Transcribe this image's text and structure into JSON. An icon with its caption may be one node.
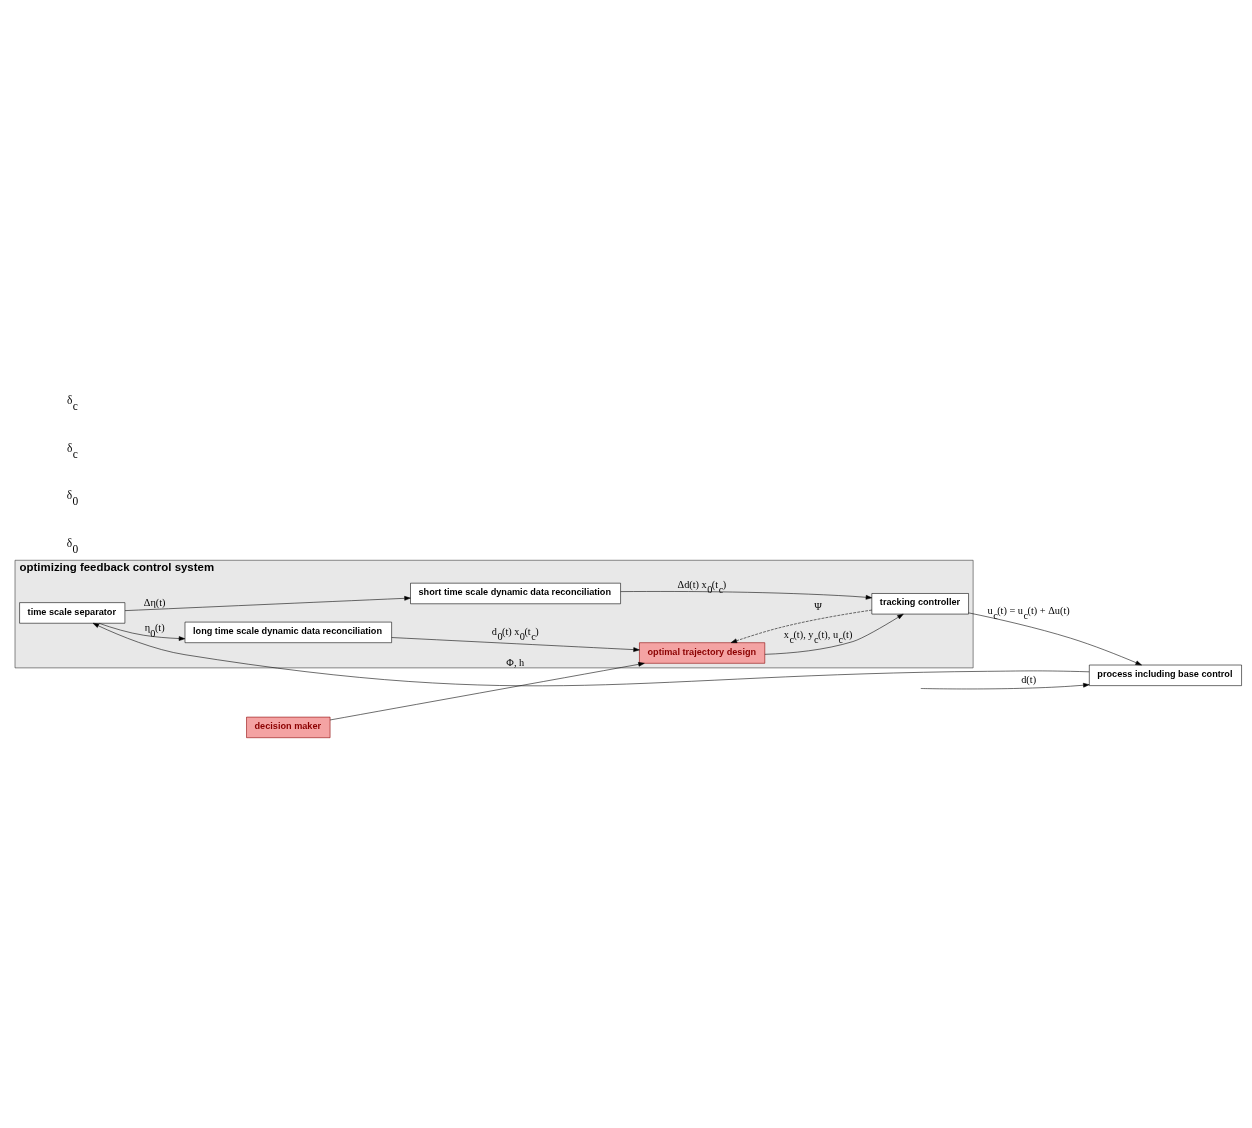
{
  "diagram": {
    "nodes": [
      {
        "text": [
          "optimizing feedback control system"
        ]
      },
      {
        "text": [
          "time scale separator"
        ],
        "in": 0
      },
      {
        "text": [
          "long time scale dynamic data reconciliation"
        ],
        "in": 0
      },
      {
        "text": [
          "short time scale dynamic data reconciliation"
        ],
        "in": 0
      },
      {
        "text": [
          "decision maker"
        ]
      },
      {
        "text": [
          "optimal trajectory design"
        ],
        "in": 0
      },
      {
        "text": [
          "tracking controller"
        ],
        "in": 0
      },
      {
        "text": [
          "process including base control"
        ]
      }
    ],
    "edges": [
      {
        "from": 1,
        "to": 2,
        "arrow": "to",
        "label": "η$_{0}$(t)"
      },
      {
        "from": 1,
        "to": 3,
        "arrow": "to",
        "label": "Δη(t)"
      },
      {
        "from": 2,
        "to": 5,
        "arrow": "to",
        "label": "d$_{0}$(t) x$_{0}$(t$_{c}$)"
      },
      {
        "from": 3,
        "to": 6,
        "arrow": "to",
        "label": "Δd(t) x$_{0}$(t$_{c}$)"
      },
      {
        "from": 4,
        "to": 5,
        "arrow": "to",
        "label": "Φ, h"
      },
      {
        "from": 5,
        "to": 6,
        "arrow": "to",
        "label": "x$_{c}$(t), y$_{c}$(t), u$_{c}$(t)"
      },
      {
        "from": 6,
        "to": 5,
        "arrow": "to",
        "label": "Ψ",
        "style": "dashed"
      },
      {
        "from": 6,
        "to": 7,
        "arrow": "to",
        "label": "u$_{c}$(t) = u$_{c}$(t) + Δu(t)"
      },
      {
        "from": 7,
        "to": 1,
        "arrow": "to"
      },
      {
        "from": null,
        "to": 7,
        "arrow": "to",
        "label": "d(t)"
      }
    ],
    "labels": [
      "δ$_{0}$",
      "δ$_{0}$",
      "δ$_{c}$",
      "δ$_{c}$"
    ]
  }
}
